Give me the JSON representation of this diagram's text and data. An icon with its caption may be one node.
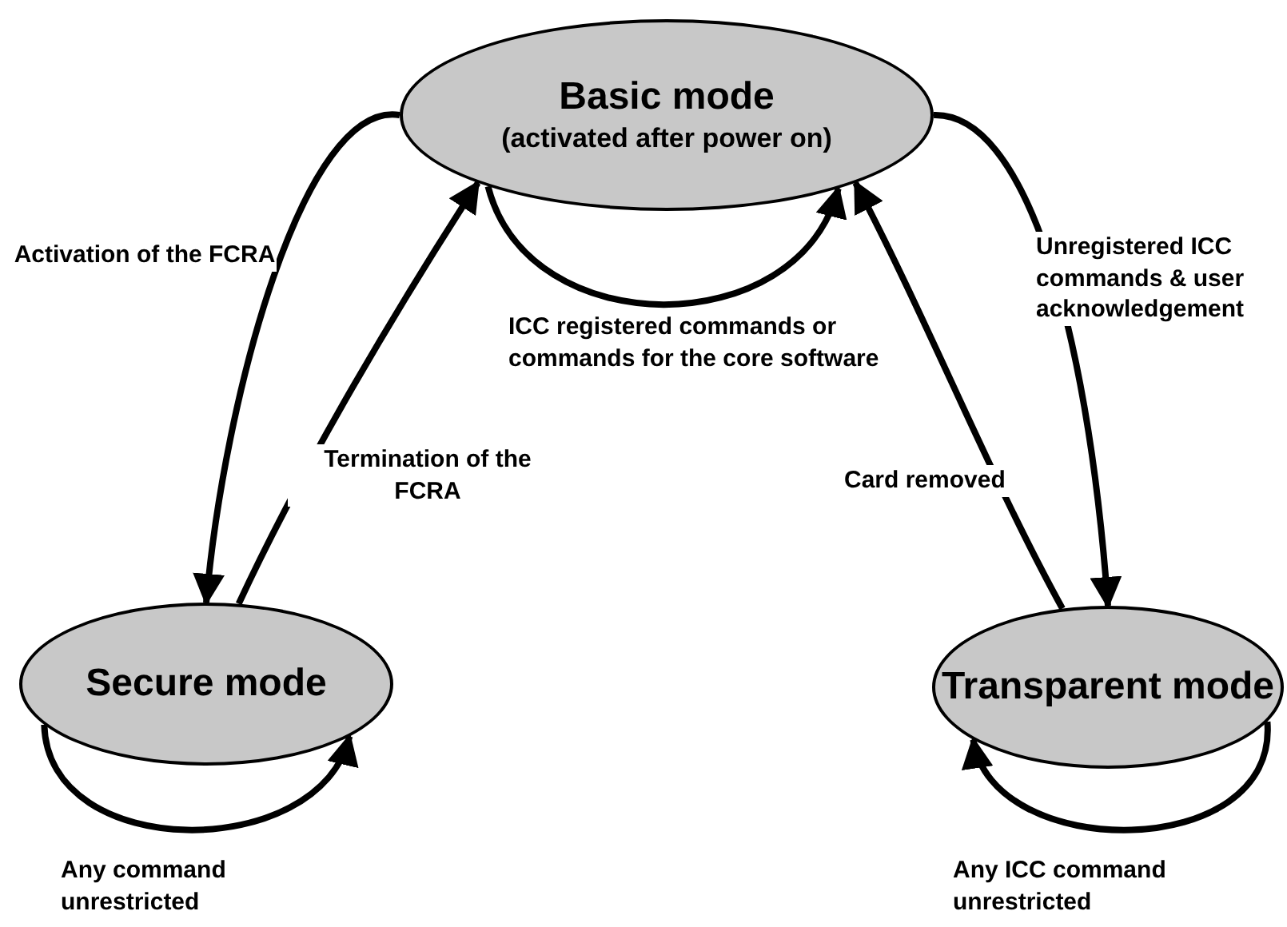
{
  "diagram": {
    "nodes": [
      {
        "text": [
          "Basic mode",
          "(activated after power on)"
        ]
      },
      {
        "text": [
          "Secure mode"
        ]
      },
      {
        "text": [
          "Transparent mode"
        ]
      }
    ],
    "edges": [
      {
        "from": 0,
        "to": 1,
        "arrow": "to",
        "label": "Activation of the FCRA"
      },
      {
        "from": 0,
        "to": 0,
        "arrow": "to",
        "label": "ICC registered commands or commands for the core software"
      },
      {
        "from": 1,
        "to": 0,
        "arrow": "to",
        "label": "Termination of the FCRA"
      },
      {
        "from": 0,
        "to": 2,
        "arrow": "to",
        "label": "Unregistered ICC commands & user acknowledgement"
      },
      {
        "from": 2,
        "to": 0,
        "arrow": "to",
        "label": "Card removed"
      },
      {
        "from": 1,
        "to": 1,
        "arrow": "to",
        "label": "Any command unrestricted"
      },
      {
        "from": 2,
        "to": 2,
        "arrow": "to",
        "label": "Any ICC command unrestricted"
      }
    ]
  }
}
